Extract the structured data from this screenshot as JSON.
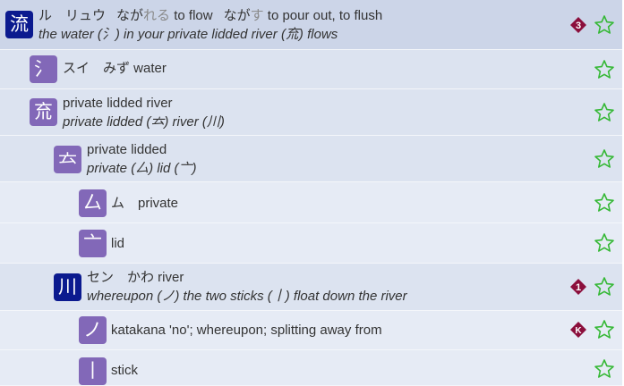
{
  "rows": [
    {
      "glyph": "流",
      "line1": {
        "on": "ル　リュウ",
        "kun_a": "なが",
        "kun_a_okurigana": "れる",
        "kun_a_meaning": "to flow",
        "kun_b": "なが",
        "kun_b_okurigana": "す",
        "kun_b_meaning": "to pour out, to flush"
      },
      "line2": "the water (氵) in your private lidded river (㐬) flows",
      "badge": "3"
    },
    {
      "glyph": "氵",
      "line1": "スイ　みず water",
      "line2": ""
    },
    {
      "glyph": "㐬",
      "line1": "private lidded river",
      "line2": "private lidded (𠫓) river (川)"
    },
    {
      "glyph": "𠫓",
      "line1": "private lidded",
      "line2": "private (厶) lid (亠)"
    },
    {
      "glyph": "厶",
      "line1": "ム　private",
      "line2": ""
    },
    {
      "glyph": "亠",
      "line1": "lid",
      "line2": ""
    },
    {
      "glyph": "川",
      "line1": "セン　かわ river",
      "line2": "whereupon (ノ) the two sticks (丨) float down the river",
      "badge": "1"
    },
    {
      "glyph": "ノ",
      "line1": "katakana 'no'; whereupon; splitting away from",
      "line2": "",
      "badge": "K"
    },
    {
      "glyph": "丨",
      "line1": "stick",
      "line2": ""
    }
  ],
  "colors": {
    "tile_navy": "#0b1a8f",
    "tile_purple": "#8268b8",
    "badge": "#8b0f3c",
    "star": "#35b835"
  },
  "icons": {
    "badge": "diamond-badge-icon",
    "favorite": "star-outline-icon"
  }
}
